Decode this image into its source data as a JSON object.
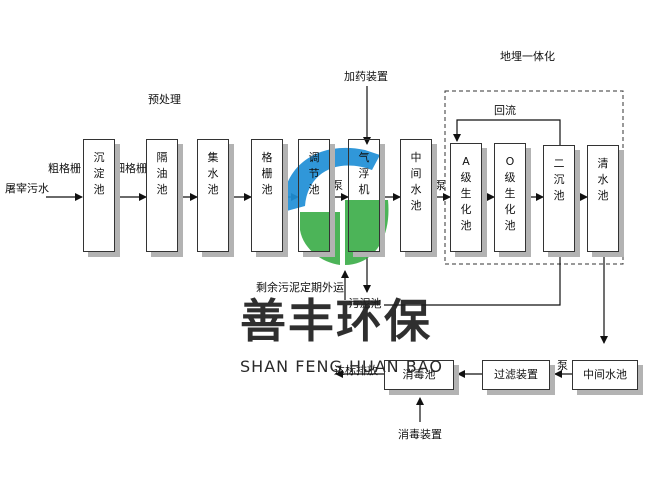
{
  "labels": {
    "raw_sewage": "屠宰污水",
    "coarse_screen": "粗格栅",
    "fine_screen": "细格栅",
    "pretreatment": "预处理",
    "dosing_device": "加药装置",
    "buried_integrated": "地埋一体化",
    "reflux": "回流",
    "pump1": "泵",
    "pump2": "泵",
    "pump3": "泵",
    "sludge_transport": "剩余污泥定期外运",
    "disinfection_device": "消毒装置",
    "discharge": "达标排放"
  },
  "units": [
    {
      "name": "沉淀池"
    },
    {
      "name": "隔油池"
    },
    {
      "name": "集水池"
    },
    {
      "name": "格栅池"
    },
    {
      "name": "调节池"
    },
    {
      "name": "气浮机"
    },
    {
      "name": "中间水池"
    },
    {
      "name": "A级生化池"
    },
    {
      "name": "O级生化池"
    },
    {
      "name": "二沉池"
    },
    {
      "name": "清水池"
    }
  ],
  "bottom_units": {
    "sludge_tank": "污泥池",
    "middle_tank2": "中间水池",
    "filter": "过滤装置",
    "disinfect_tank": "消毒池"
  },
  "logo": {
    "text": "善丰环保",
    "subtitle": "SHAN FENG HUAN BAO",
    "colors": {
      "blue": "#1f8fd6",
      "green": "#3dae4a"
    }
  }
}
